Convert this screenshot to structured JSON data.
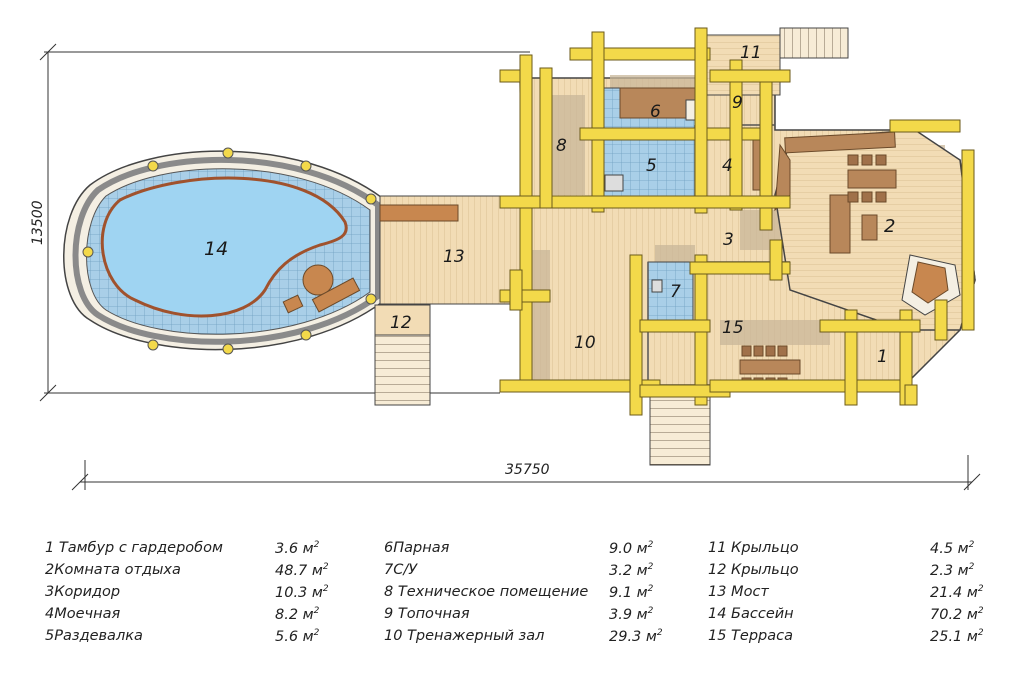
{
  "dimensions": {
    "total_width": "35750",
    "total_height": "13500"
  },
  "room_labels": [
    {
      "number": "1"
    },
    {
      "number": "2"
    },
    {
      "number": "3"
    },
    {
      "number": "4"
    },
    {
      "number": "5"
    },
    {
      "number": "6"
    },
    {
      "number": "7"
    },
    {
      "number": "8"
    },
    {
      "number": "9"
    },
    {
      "number": "10"
    },
    {
      "number": "11"
    },
    {
      "number": "12"
    },
    {
      "number": "13"
    },
    {
      "number": "14"
    },
    {
      "number": "15"
    }
  ],
  "legend": {
    "area_unit_base": "м",
    "area_unit_power": "2",
    "columns": [
      [
        {
          "name": "1 Тамбур с гардеробом",
          "area": "3.6"
        },
        {
          "name": "2Комната отдыха",
          "area": "48.7"
        },
        {
          "name": "3Коридор",
          "area": "10.3"
        },
        {
          "name": "4Моечная",
          "area": "8.2"
        },
        {
          "name": "5Раздевалка",
          "area": "5.6"
        }
      ],
      [
        {
          "name": "6Парная",
          "area": "9.0"
        },
        {
          "name": "7С/У",
          "area": "3.2"
        },
        {
          "name": "8 Техническое помещение",
          "area": "9.1"
        },
        {
          "name": "9 Топочная",
          "area": "3.9"
        },
        {
          "name": "10  Тренажерный зал",
          "area": "29.3"
        }
      ],
      [
        {
          "name": "11 Крыльцо",
          "area": "4.5"
        },
        {
          "name": "12 Крыльцо",
          "area": "2.3"
        },
        {
          "name": "13 Мост",
          "area": "21.4"
        },
        {
          "name": "14 Бассейн",
          "area": "70.2"
        },
        {
          "name": "15  Терраса",
          "area": "25.1"
        }
      ]
    ]
  },
  "colors": {
    "floor_wood": "#f2dcb5",
    "wall_shadow": "#c9b79a",
    "log_post": "#f3d94a",
    "tile_blue": "#a9cfe8",
    "pool_water": "#9fd4f2",
    "furniture": "#b8875a",
    "line": "#444444"
  }
}
